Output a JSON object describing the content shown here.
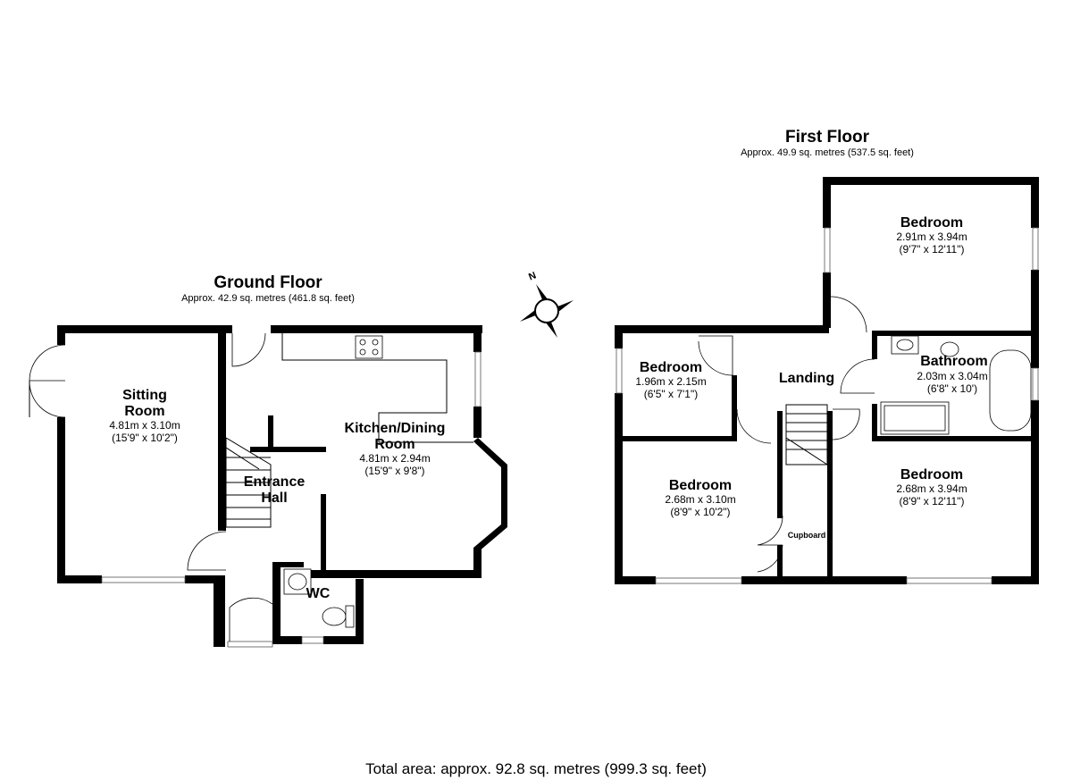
{
  "ground_floor": {
    "title": "Ground Floor",
    "area": "Approx. 42.9 sq. metres (461.8 sq. feet)",
    "rooms": {
      "sitting": {
        "name_1": "Sitting",
        "name_2": "Room",
        "metric": "4.81m x 3.10m",
        "imperial": "(15'9\" x 10'2\")"
      },
      "kitchen": {
        "name_1": "Kitchen/Dining",
        "name_2": "Room",
        "metric": "4.81m x 2.94m",
        "imperial": "(15'9\" x 9'8\")"
      },
      "hall": {
        "name_1": "Entrance",
        "name_2": "Hall"
      },
      "wc": {
        "name": "WC"
      }
    }
  },
  "first_floor": {
    "title": "First Floor",
    "area": "Approx. 49.9 sq. metres (537.5 sq. feet)",
    "rooms": {
      "bedroom_top": {
        "name": "Bedroom",
        "metric": "2.91m x 3.94m",
        "imperial": "(9'7\" x 12'11\")"
      },
      "bedroom_small": {
        "name": "Bedroom",
        "metric": "1.96m x 2.15m",
        "imperial": "(6'5\" x 7'1\")"
      },
      "bathroom": {
        "name": "Bathroom",
        "metric": "2.03m x 3.04m",
        "imperial": "(6'8\" x 10')"
      },
      "landing": {
        "name": "Landing"
      },
      "bedroom_left": {
        "name": "Bedroom",
        "metric": "2.68m x 3.10m",
        "imperial": "(8'9\" x 10'2\")"
      },
      "bedroom_right": {
        "name": "Bedroom",
        "metric": "2.68m x 3.94m",
        "imperial": "(8'9\" x 12'11\")"
      },
      "cupboard": {
        "name": "Cupboard"
      }
    }
  },
  "compass": {
    "label": "N"
  },
  "total_area": "Total area: approx. 92.8 sq. metres (999.3 sq. feet)"
}
